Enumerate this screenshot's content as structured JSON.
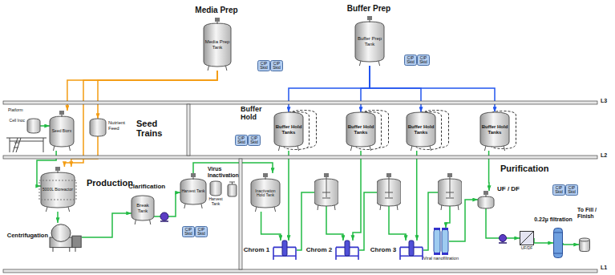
{
  "diagram": {
    "nodes": [
      {
        "text": [
          "Media Prep",
          "Media Prep Tank"
        ]
      },
      {
        "text": [
          "CIP Skid"
        ]
      },
      {
        "text": [
          "CIP Skid"
        ]
      },
      {
        "text": [
          "Buffer Prep",
          "Buffer Prep Tank"
        ]
      },
      {
        "text": [
          "CIP Skid"
        ]
      },
      {
        "text": [
          "CIP Skid"
        ]
      },
      {
        "text": [
          "Cell Inoc"
        ]
      },
      {
        "text": [
          "Seed Biorx"
        ]
      },
      {
        "text": [
          "Nutrient Feed"
        ]
      },
      {
        "text": [
          "CIP Skid"
        ]
      },
      {
        "text": [
          "CIP Skid"
        ]
      },
      {
        "text": [
          "Buffer Hold Tanks"
        ]
      },
      {
        "text": [
          "Buffer Hold Tanks"
        ]
      },
      {
        "text": [
          "Buffer Hold Tanks"
        ]
      },
      {
        "text": [
          "Buffer Hold Tanks"
        ]
      },
      {
        "text": [
          "5000L Bioreactor"
        ]
      },
      {
        "text": [
          "Centrifugation"
        ]
      },
      {
        "text": [
          "Break Tank"
        ]
      },
      {
        "text": [
          "Harvest Tank"
        ]
      },
      {
        "text": [
          "Harvest Tank"
        ]
      },
      {
        "text": [
          "CIP Skid"
        ]
      },
      {
        "text": [
          "CIP Skid"
        ]
      },
      {
        "text": [
          "Inactivation Hold Tank"
        ]
      },
      {
        "text": [
          "Chrom 1"
        ]
      },
      {
        "text": [
          "Chrom 2"
        ]
      },
      {
        "text": [
          "Chrom 3"
        ]
      },
      {
        "text": [
          "Viral nanofiltration"
        ]
      },
      {
        "text": [
          "UF / DF"
        ]
      },
      {
        "text": [
          "UF/DF"
        ]
      },
      {
        "text": [
          "0.22µ filtration"
        ]
      },
      {
        "text": [
          "To Fill / Finish"
        ]
      },
      {
        "text": [
          "CIP Skid"
        ]
      },
      {
        "text": [
          "CIP Skid"
        ]
      }
    ],
    "edges": [
      {
        "from": 0,
        "to": 7,
        "arrow": "to"
      },
      {
        "from": 0,
        "to": 8,
        "arrow": "to"
      },
      {
        "from": 0,
        "to": 15,
        "arrow": "to"
      },
      {
        "from": 8,
        "to": 15,
        "arrow": "to"
      },
      {
        "from": 6,
        "to": 7,
        "arrow": "to"
      },
      {
        "from": 7,
        "to": 15,
        "arrow": "to"
      },
      {
        "from": 3,
        "to": 11,
        "arrow": "to"
      },
      {
        "from": 3,
        "to": 12,
        "arrow": "to"
      },
      {
        "from": 3,
        "to": 13,
        "arrow": "to"
      },
      {
        "from": 3,
        "to": 14,
        "arrow": "to"
      },
      {
        "from": 11,
        "to": 23,
        "arrow": "to"
      },
      {
        "from": 12,
        "to": 24,
        "arrow": "to"
      },
      {
        "from": 13,
        "to": 25,
        "arrow": "to"
      },
      {
        "from": 14,
        "to": 27,
        "arrow": "to"
      },
      {
        "from": 15,
        "to": 16,
        "arrow": "to"
      },
      {
        "from": 16,
        "to": 17,
        "arrow": "to"
      },
      {
        "from": 17,
        "to": 18,
        "arrow": "to"
      },
      {
        "from": 18,
        "to": 22,
        "arrow": "to"
      },
      {
        "from": 22,
        "to": 23,
        "arrow": "to"
      },
      {
        "from": 23,
        "to": 24,
        "arrow": "to"
      },
      {
        "from": 24,
        "to": 25,
        "arrow": "to"
      },
      {
        "from": 25,
        "to": 26,
        "arrow": "to"
      },
      {
        "from": 26,
        "to": 27,
        "arrow": "to"
      },
      {
        "from": 27,
        "to": 28,
        "arrow": "to"
      },
      {
        "from": 28,
        "to": 29,
        "arrow": "to"
      },
      {
        "from": 29,
        "to": 30,
        "arrow": "to"
      }
    ],
    "labels": [
      "L3",
      "L2",
      "L1",
      "Platform",
      "Seed Trains",
      "Buffer Hold",
      "Production",
      "Clarification",
      "Virus Inactivation",
      "Purification"
    ]
  }
}
